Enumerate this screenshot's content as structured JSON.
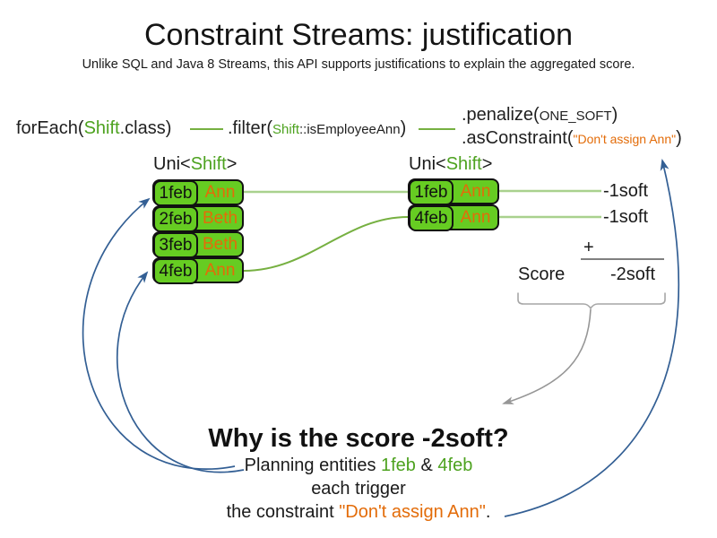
{
  "slide": {
    "title": "Constraint Streams: justification",
    "subtitle": "Unlike SQL and Java 8 Streams, this API supports justifications to explain the aggregated score."
  },
  "code": {
    "foreach_pre": "forEach(",
    "foreach_class": "Shift",
    "foreach_post": ".class)",
    "filter_pre": ".filter(",
    "filter_arg_class": "Shift",
    "filter_arg_method": "::isEmployeeAnn",
    "filter_post": ")",
    "penalize_pre": ".penalize(",
    "penalize_arg": "ONE_SOFT",
    "penalize_post": ")",
    "asconstraint_pre": ".asConstraint(",
    "asconstraint_arg": "\"Don't assign Ann\"",
    "asconstraint_post": ")"
  },
  "left_group": {
    "label_pre": "Uni<",
    "label_type": "Shift",
    "label_post": ">",
    "rows": [
      {
        "date": "1feb",
        "employee": "Ann"
      },
      {
        "date": "2feb",
        "employee": "Beth"
      },
      {
        "date": "3feb",
        "employee": "Beth"
      },
      {
        "date": "4feb",
        "employee": "Ann"
      }
    ]
  },
  "right_group": {
    "label_pre": "Uni<",
    "label_type": "Shift",
    "label_post": ">",
    "rows": [
      {
        "date": "1feb",
        "employee": "Ann"
      },
      {
        "date": "4feb",
        "employee": "Ann"
      }
    ]
  },
  "penalties": {
    "first": "-1soft",
    "second": "-1soft"
  },
  "sum": {
    "operator": "+",
    "score_label": "Score",
    "total": "-2soft"
  },
  "explanation": {
    "heading": "Why is the score -2soft?",
    "line1_pre": "Planning entities ",
    "line1_entity1": "1feb",
    "line1_amp": " & ",
    "line1_entity2": "4feb",
    "line2": "each trigger",
    "line3_pre": "the constraint ",
    "line3_constraint": "\"Don't assign Ann\"",
    "line3_post": "."
  },
  "colors": {
    "entity_box_green": "#66cc22",
    "code_green": "#4da21f",
    "orange": "#e36c09",
    "line_green_light": "#a9d18e",
    "line_green": "#76b041",
    "arrow_blue": "#335f94",
    "gray": "#7f7f7f"
  }
}
